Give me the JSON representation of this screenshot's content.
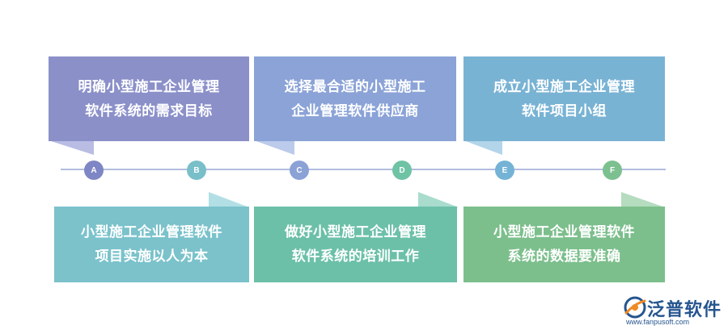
{
  "steps": [
    {
      "marker": "A",
      "lines": [
        "明确小型施工企业管理",
        "软件系统的需求目标"
      ],
      "color": "#8b90c9",
      "tail_color": "#b9bde4",
      "node_color": "#7f86c5"
    },
    {
      "marker": "B",
      "lines": [
        "小型施工企业管理软件",
        "项目实施以人为本"
      ],
      "color": "#7bc2cb",
      "tail_color": "#b2dfe5",
      "node_color": "#79bfc9"
    },
    {
      "marker": "C",
      "lines": [
        "选择最合适的小型施工",
        "企业管理软件供应商"
      ],
      "color": "#8ba3d7",
      "tail_color": "#bccbeb",
      "node_color": "#8ba2d6"
    },
    {
      "marker": "D",
      "lines": [
        "做好小型施工企业管理",
        "软件系统的培训工作"
      ],
      "color": "#6cc0a8",
      "tail_color": "#a9dccd",
      "node_color": "#6fc3a5"
    },
    {
      "marker": "E",
      "lines": [
        "成立小型施工企业管理",
        "软件项目小组"
      ],
      "color": "#79b3d4",
      "tail_color": "#b3d5ea",
      "node_color": "#74b3d5"
    },
    {
      "marker": "F",
      "lines": [
        "小型施工企业管理软件",
        "系统的数据要准确"
      ],
      "color": "#7cbf8c",
      "tail_color": "#b5dcbf",
      "node_color": "#7cc08f"
    }
  ],
  "logo": {
    "name": "泛普软件",
    "url": "www.fanpusoft.com",
    "colors": {
      "blue": "#26558f",
      "orange": "#f08a24"
    }
  }
}
